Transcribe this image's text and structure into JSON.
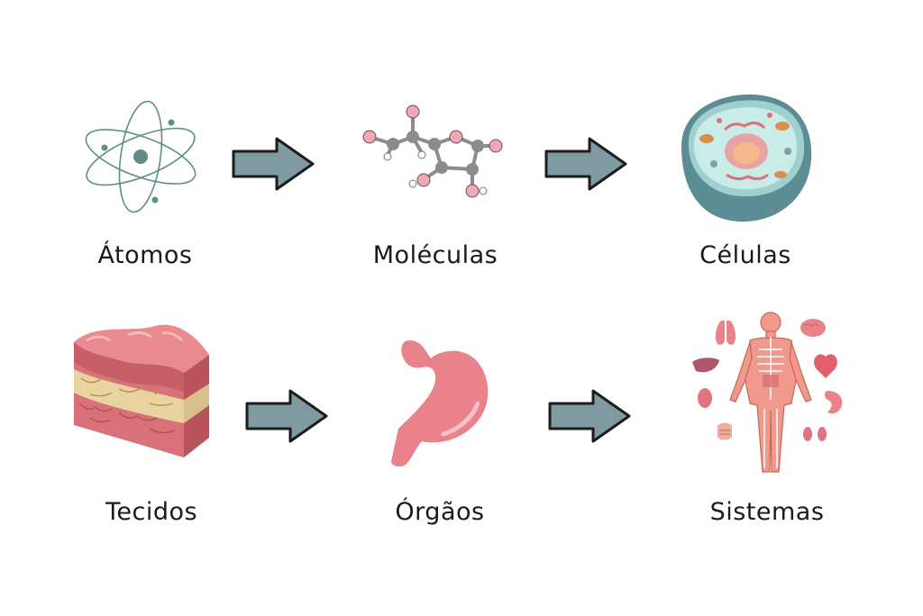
{
  "levels": [
    {
      "label": "Átomos",
      "icon": "atom-icon"
    },
    {
      "label": "Moléculas",
      "icon": "molecule-icon"
    },
    {
      "label": "Células",
      "icon": "cell-icon"
    },
    {
      "label": "Tecidos",
      "icon": "tissue-icon"
    },
    {
      "label": "Órgãos",
      "icon": "stomach-icon"
    },
    {
      "label": "Sistemas",
      "icon": "human-body-systems-icon"
    }
  ],
  "colors": {
    "arrow_fill": "#7f9aa0",
    "arrow_stroke": "#1c1c1c",
    "atom": "#5f8e86",
    "molecule_gray": "#8c8c8c",
    "molecule_pink": "#f2a7b5",
    "cell_shell": "#6e9ea4",
    "tissue_pink": "#e98a8f",
    "stomach": "#e9828b"
  }
}
